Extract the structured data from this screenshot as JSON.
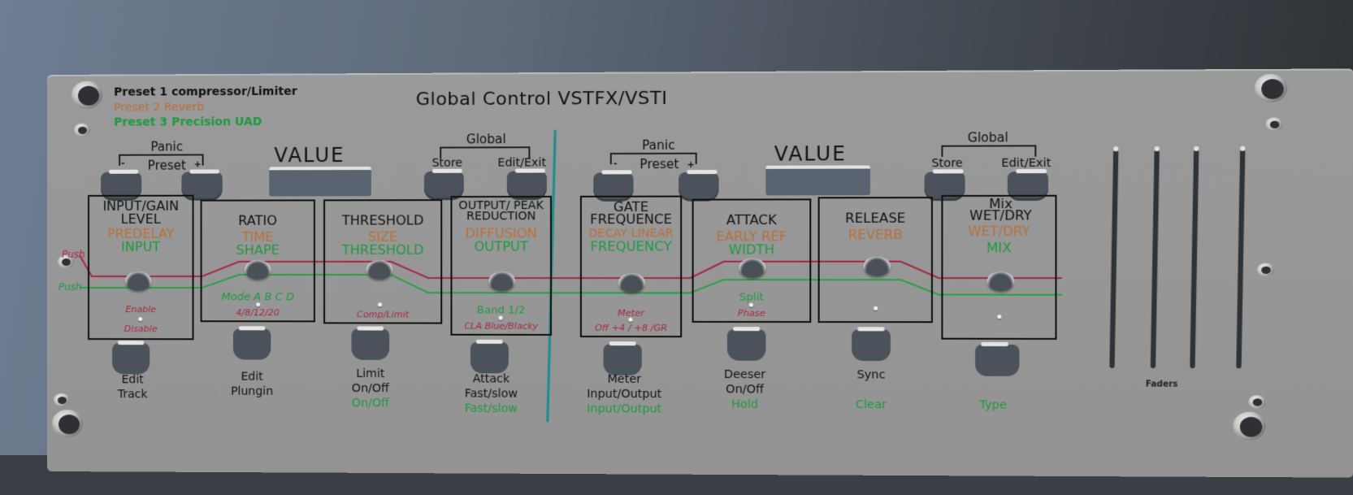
{
  "title": "Global Control VSTFX/VSTI",
  "presets": [
    {
      "label": "Preset 1 compressor/Limiter",
      "color": "#111111"
    },
    {
      "label": "Preset 2 Reverb",
      "color": "#b8703a"
    },
    {
      "label": "Preset 3 Precision UAD",
      "color": "#1e9a3e"
    }
  ],
  "left_half": {
    "panic_label": "Panic",
    "preset_label": "Preset",
    "minus": "-",
    "plus": "+",
    "value_label": "VALUE",
    "global_label": "Global",
    "store_label": "Store",
    "edit_exit_label": "Edit/Exit"
  },
  "right_half": {
    "panic_label": "Panic",
    "preset_label": "Preset",
    "minus": "-",
    "plus": "+",
    "value_label": "VALUE",
    "global_label": "Global",
    "store_label": "Store",
    "edit_exit_label": "Edit/Exit"
  },
  "push_labels": {
    "red": "Push",
    "green": "Push"
  },
  "sections": [
    {
      "title": "INPUT/GAIN LEVEL",
      "reverb": "PREDELAY",
      "uad": "INPUT",
      "small_top": "Enable",
      "small_top_color": "red",
      "small_bottom": "Disable",
      "small_bottom_color": "red",
      "func": [
        "Edit",
        "Track"
      ],
      "func_green": ""
    },
    {
      "title": "RATIO",
      "reverb": "TIME",
      "uad": "SHAPE",
      "small_top": "Mode  A  B  C  D",
      "small_top_color": "green",
      "small_bottom": "4/8/12/20",
      "small_bottom_color": "red",
      "func": [
        "Edit",
        "Plungin"
      ],
      "func_green": ""
    },
    {
      "title": "THRESHOLD",
      "reverb": "SIZE",
      "uad": "THRESHOLD",
      "small_top": "",
      "small_top_color": "red",
      "small_bottom": "Comp/Limit",
      "small_bottom_color": "red",
      "func": [
        "Limit",
        "On/Off"
      ],
      "func_green": "On/Off"
    },
    {
      "title": "OUTPUT/ PEAK REDUCTION",
      "reverb": "DIFFUSION",
      "uad": "OUTPUT",
      "small_top": "Band 1/2",
      "small_top_color": "green",
      "small_bottom": "CLA Blue/Blacky",
      "small_bottom_color": "red",
      "func": [
        "Attack",
        "Fast/slow"
      ],
      "func_green": "Fast/slow"
    },
    {
      "title": "GATE FREQUENCE",
      "reverb": "DECAY LINEAR",
      "uad": "FREQUENCY",
      "small_top": "Meter",
      "small_top_color": "red",
      "small_bottom": "Off  +4  /  +8  /GR",
      "small_bottom_color": "red",
      "func": [
        "Meter",
        "Input/Output"
      ],
      "func_green": "Input/Output"
    },
    {
      "title": "ATTACK",
      "reverb": "EARLY REF",
      "uad": "WIDTH",
      "small_top": "Split",
      "small_top_color": "green",
      "small_bottom": "Phase",
      "small_bottom_color": "red",
      "func": [
        "Deeser",
        "On/Off"
      ],
      "func_green": "Hold"
    },
    {
      "title": "RELEASE",
      "reverb": "REVERB",
      "uad": "",
      "small_top": "",
      "small_top_color": "red",
      "small_bottom": "",
      "small_bottom_color": "red",
      "func": [
        "Sync",
        ""
      ],
      "func_green": "Clear"
    },
    {
      "title": "Mix WET/DRY",
      "reverb": "WET/DRY",
      "uad": "MIX",
      "small_top": "",
      "small_top_color": "red",
      "small_bottom": "",
      "small_bottom_color": "red",
      "func": [
        "",
        ""
      ],
      "func_green": "Type"
    }
  ],
  "faders": {
    "label": "Faders",
    "count": 4
  },
  "colors": {
    "reverb": "#b8703a",
    "uad": "#1e9a3e",
    "red_line": "#a42a44",
    "green_line": "#2aa048",
    "divider": "#1f8c8c",
    "panel": "#969696"
  }
}
